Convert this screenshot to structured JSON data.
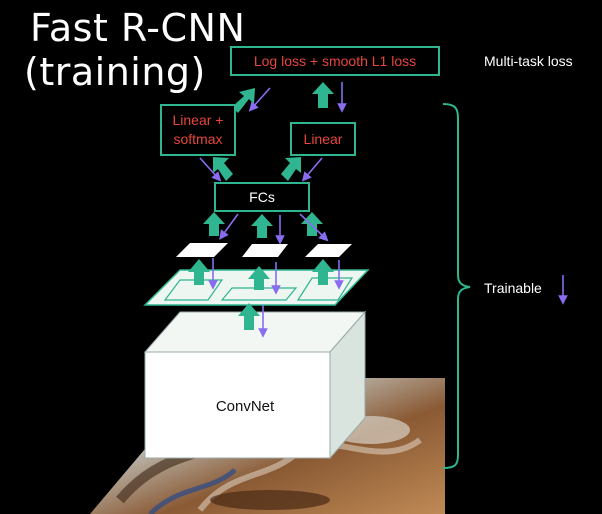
{
  "slide": {
    "title_line1": "Fast R-CNN",
    "title_line2": "(training)"
  },
  "boxes": {
    "loss_label": "Log loss + smooth L1 loss",
    "linear_softmax_line1": "Linear +",
    "linear_softmax_line2": "softmax",
    "linear_label": "Linear",
    "fcs_label": "FCs",
    "convnet_label": "ConvNet"
  },
  "annotations": {
    "multitask_label": "Multi-task loss",
    "trainable_label": "Trainable"
  },
  "colors": {
    "accent": "#2fb58f",
    "backward_arrow": "#8a6cf0",
    "red_text": "#e8463b",
    "background": "#000000"
  }
}
